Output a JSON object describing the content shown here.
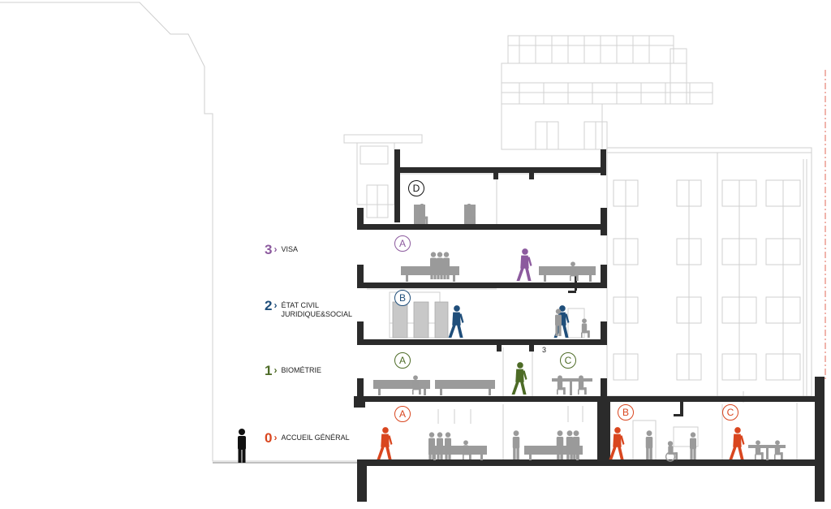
{
  "colors": {
    "ground": "#d9461f",
    "first": "#4d6b26",
    "second": "#1f4e7a",
    "third": "#8c5a9e",
    "top": "#111111",
    "structure": "#2b2b2b",
    "outline": "#c9c9c9",
    "people": "#9a9a9a",
    "furniture": "#8f8f8f"
  },
  "floors": [
    {
      "id": "ground",
      "number": "0",
      "chevron": "›",
      "lines": [
        "ACCUEIL GÉNÉRAL"
      ]
    },
    {
      "id": "first",
      "number": "1",
      "chevron": "›",
      "lines": [
        "BIOMÉTRIE"
      ]
    },
    {
      "id": "second",
      "number": "2",
      "chevron": "›",
      "lines": [
        "ÉTAT CIVIL",
        "JURIDIQUE&SOCIAL"
      ]
    },
    {
      "id": "third",
      "number": "3",
      "chevron": "›",
      "lines": [
        "VISA"
      ]
    }
  ],
  "zones": [
    {
      "letter": "D",
      "floor": "top"
    },
    {
      "letter": "A",
      "floor": "third"
    },
    {
      "letter": "B",
      "floor": "second"
    },
    {
      "letter": "A",
      "floor": "first"
    },
    {
      "letter": "C",
      "floor": "first"
    },
    {
      "letter": "A",
      "floor": "ground"
    },
    {
      "letter": "B",
      "floor": "ground"
    },
    {
      "letter": "C",
      "floor": "ground"
    }
  ],
  "stair_number": "3",
  "icons": {
    "standing_person": "person-standing-icon",
    "walking_person": "person-walking-icon",
    "seated_person": "person-seated-icon",
    "wheelchair": "wheelchair-icon"
  }
}
